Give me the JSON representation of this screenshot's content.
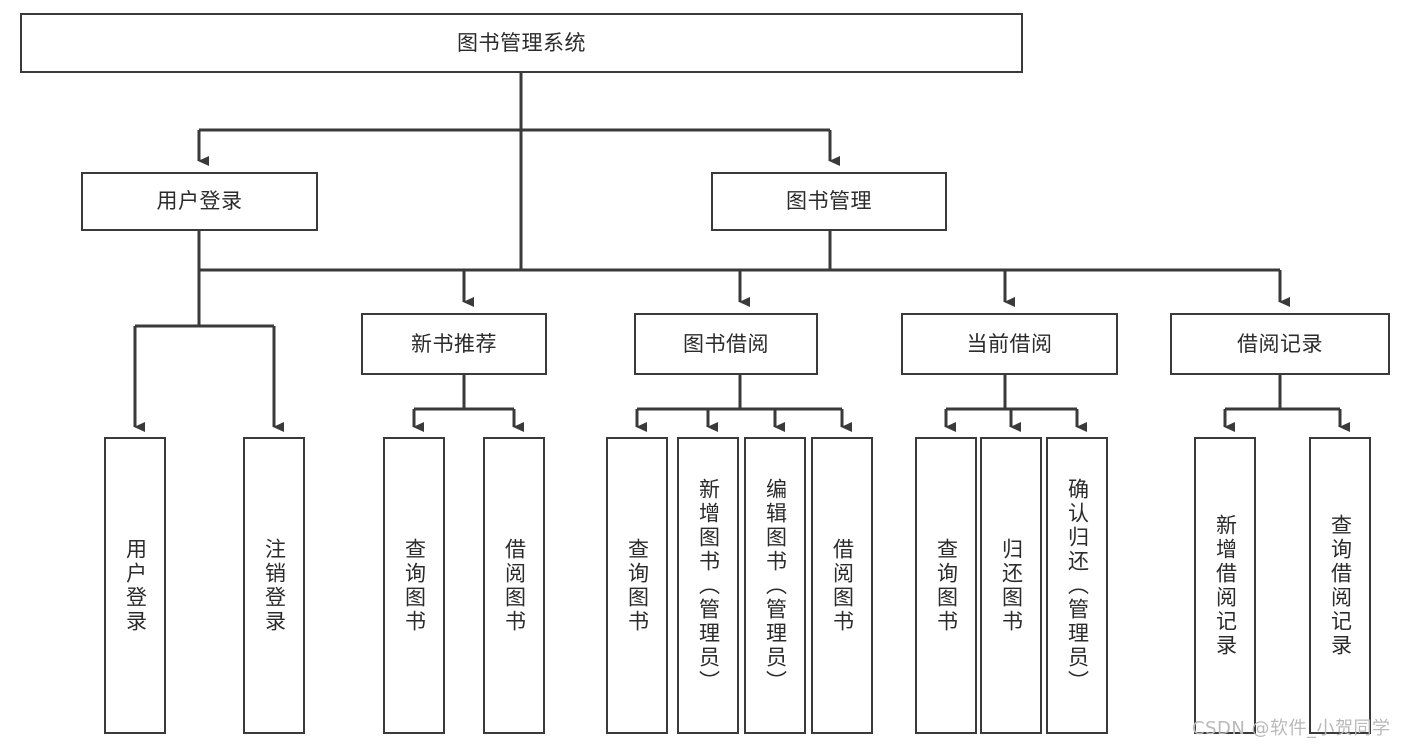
{
  "diagram": {
    "title": "图书管理系统",
    "type": "tree-hierarchy",
    "root": {
      "label": "图书管理系统"
    },
    "level1": [
      {
        "label": "用户登录"
      },
      {
        "label": "图书管理"
      }
    ],
    "level2": [
      {
        "label": "新书推荐",
        "parent": "图书管理"
      },
      {
        "label": "图书借阅",
        "parent": "图书管理"
      },
      {
        "label": "当前借阅",
        "parent": "图书管理"
      },
      {
        "label": "借阅记录",
        "parent": "图书管理"
      }
    ],
    "leaves": {
      "user_login": [
        {
          "label": "用户登录"
        },
        {
          "label": "注销登录"
        }
      ],
      "new_book_recommend": [
        {
          "label": "查询图书"
        },
        {
          "label": "借阅图书"
        }
      ],
      "book_borrow": [
        {
          "label": "查询图书"
        },
        {
          "label": "新增图书（管理员）"
        },
        {
          "label": "编辑图书（管理员）"
        },
        {
          "label": "借阅图书"
        }
      ],
      "current_borrow": [
        {
          "label": "查询图书"
        },
        {
          "label": "归还图书"
        },
        {
          "label": "确认归还（管理员）"
        }
      ],
      "borrow_record": [
        {
          "label": "新增借阅记录"
        },
        {
          "label": "查询借阅记录"
        }
      ]
    }
  },
  "watermark": {
    "text": "CSDN @软件_小贺同学"
  },
  "colors": {
    "box_border": "#3a3a3a",
    "box_fill": "#ffffff",
    "connector": "#3a3a3a",
    "text": "#2b2b2b",
    "watermark": "#b9b9b9",
    "background": "#ffffff"
  }
}
